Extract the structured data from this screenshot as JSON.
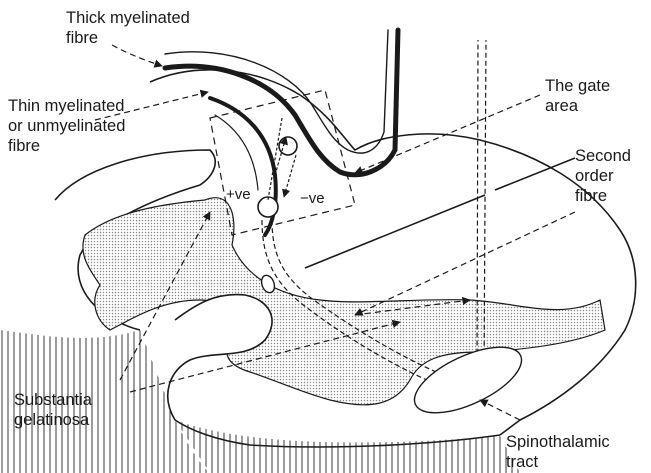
{
  "labels": {
    "thick_fibre": [
      "Thick myelinated",
      "fibre"
    ],
    "thin_fibre": [
      "Thin myelinated",
      "or unmyelinated",
      "fibre"
    ],
    "gate_area": [
      "The gate",
      "area"
    ],
    "second_order": [
      "Second",
      "order",
      "fibre"
    ],
    "substantia": [
      "Substantia",
      "gelatinosa"
    ],
    "spinothalamic": [
      "Spinothalamic",
      "tract"
    ]
  },
  "synapse_signs": {
    "excitatory": "+ve",
    "inhibitory": "−ve"
  },
  "colors": {
    "ink": "#1a1a1a",
    "stipple": "#d9d9d9",
    "background": "#ffffff"
  }
}
